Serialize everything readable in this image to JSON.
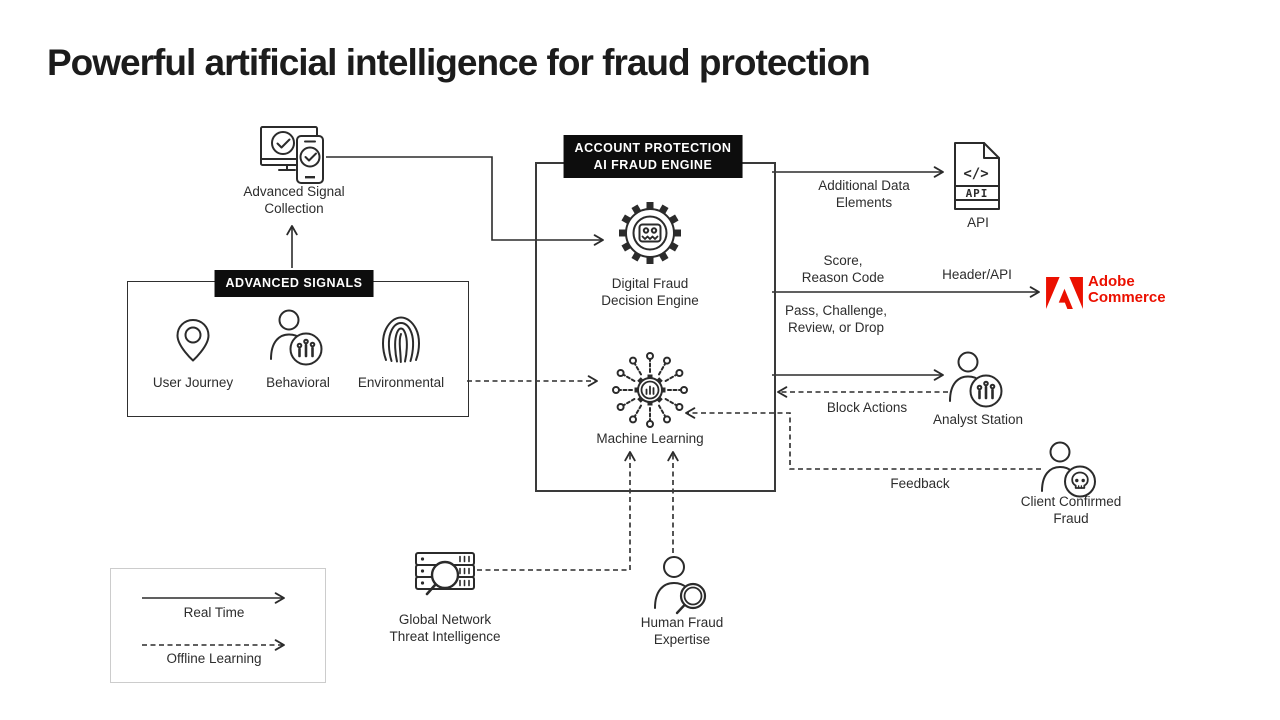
{
  "title": "Powerful artificial intelligence for fraud protection",
  "groups": {
    "advanced_signals": {
      "header": "ADVANCED SIGNALS"
    },
    "engine": {
      "header": [
        "ACCOUNT PROTECTION",
        "AI FRAUD ENGINE"
      ]
    }
  },
  "nodes": {
    "signal_collection": [
      "Advanced Signal",
      "Collection"
    ],
    "user_journey": "User Journey",
    "behavioral": "Behavioral",
    "environmental": "Environmental",
    "decision_engine": [
      "Digital Fraud",
      "Decision Engine"
    ],
    "machine_learning": "Machine Learning",
    "api": "API",
    "analyst_station": "Analyst Station",
    "client_confirmed_fraud": [
      "Client Confirmed",
      "Fraud"
    ],
    "global_network": [
      "Global Network",
      "Threat Intelligence"
    ],
    "human_expertise": [
      "Human Fraud",
      "Expertise"
    ]
  },
  "api_icon": {
    "code": "</>",
    "band": "API"
  },
  "adobe": {
    "name": [
      "Adobe",
      "Commerce"
    ],
    "red": "#EB1000"
  },
  "edges": {
    "additional_data": [
      "Additional Data",
      "Elements"
    ],
    "score_reason": [
      "Score,",
      "Reason Code"
    ],
    "header_api": "Header/API",
    "pass_challenge": [
      "Pass, Challenge,",
      "Review, or Drop"
    ],
    "block_actions": "Block Actions",
    "feedback": "Feedback"
  },
  "legend": {
    "real_time": "Real Time",
    "offline_learning": "Offline Learning"
  },
  "colors": {
    "ink": "#2b2b2b",
    "label_bg": "#0d0d0d",
    "adobe_red": "#EB1000",
    "legend_border": "#cccccc"
  },
  "icons": {
    "signal_collection": "monitor-phone-check-icon",
    "user_journey": "location-pin-icon",
    "behavioral": "person-chart-icon",
    "environmental": "fingerprint-icon",
    "decision_engine": "gear-robot-icon",
    "machine_learning": "gear-network-icon",
    "api": "code-document-icon",
    "adobe_commerce": "adobe-logo-icon",
    "analyst_station": "person-chart-icon",
    "client_confirmed_fraud": "person-skull-icon",
    "global_network": "server-magnifier-icon",
    "human_expertise": "person-magnifier-icon"
  }
}
